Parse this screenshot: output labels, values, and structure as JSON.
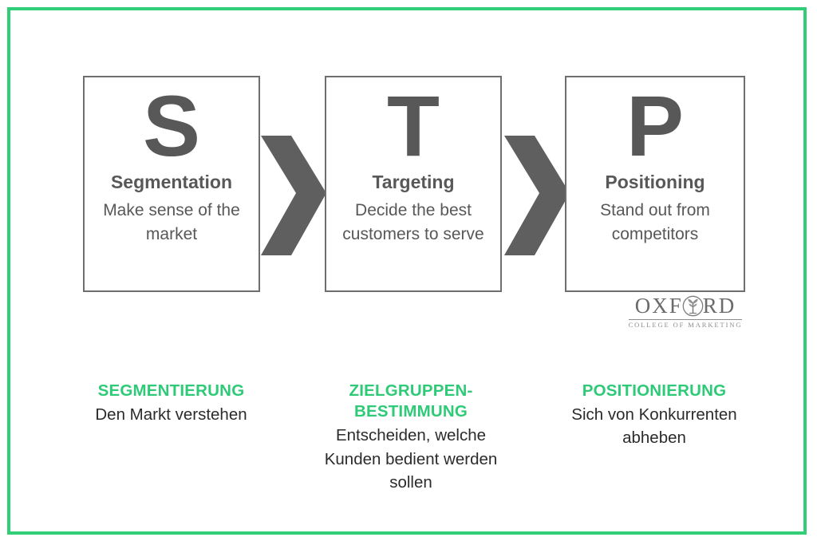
{
  "frame": {
    "border_color": "#32cd77",
    "background": "#ffffff"
  },
  "theme": {
    "gray": "#585858",
    "green": "#2fca78",
    "box_border": "#6e6e6e",
    "logo_gray": "#6b6b6b"
  },
  "stages": [
    {
      "letter": "S",
      "title": "Segmentation",
      "description": "Make sense of the market"
    },
    {
      "letter": "T",
      "title": "Targeting",
      "description": "Decide the best customers to serve"
    },
    {
      "letter": "P",
      "title": "Positioning",
      "description": "Stand out from competitors"
    }
  ],
  "arrows": [
    {
      "name": "chevron-right-1"
    },
    {
      "name": "chevron-right-2"
    }
  ],
  "logo": {
    "word_left": "OXF",
    "word_right": "RD",
    "emblem": "tree-icon",
    "subtitle": "COLLEGE OF MARKETING"
  },
  "translations": [
    {
      "heading": "SEGMENTIERUNG",
      "body": "Den Markt verstehen"
    },
    {
      "heading": "ZIELGRUPPEN-BESTIMMUNG",
      "body": "Entscheiden, welche Kunden bedient werden sollen"
    },
    {
      "heading": "POSITIONIERUNG",
      "body": "Sich von Konkurrenten abheben"
    }
  ]
}
